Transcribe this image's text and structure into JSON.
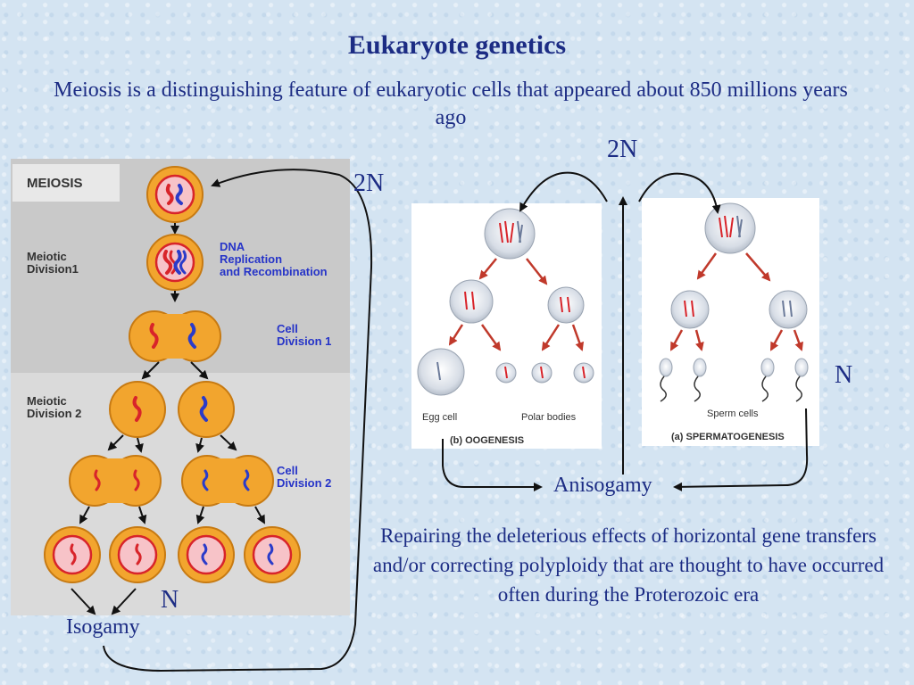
{
  "title": "Eukaryote genetics",
  "subtitle": "Meiosis is a distinguishing feature of eukaryotic cells that appeared about 850 millions years ago",
  "meiosis_panel": {
    "heading": "MEIOSIS",
    "meiotic_division_1": "Meiotic Division1",
    "meiotic_division_1_lines": [
      "Meiotic",
      "Division1"
    ],
    "meiotic_division_2_lines": [
      "Meiotic",
      "Division 2"
    ],
    "dna_replication_lines": [
      "DNA",
      "Replication",
      "and Recombination"
    ],
    "cell_division_1_lines": [
      "Cell",
      "Division 1"
    ],
    "cell_division_2_lines": [
      "Cell",
      "Division 2"
    ]
  },
  "oogenesis_panel": {
    "egg_cell": "Egg cell",
    "polar_bodies": "Polar bodies",
    "caption": "(b) OOGENESIS"
  },
  "spermatogenesis_panel": {
    "sperm_cells": "Sperm cells",
    "caption": "(a) SPERMATOGENESIS"
  },
  "labels": {
    "ploidy_2n_left": "2N",
    "ploidy_2n_top": "2N",
    "ploidy_n_right": "N",
    "ploidy_n_bottom": "N",
    "isogamy": "Isogamy",
    "anisogamy": "Anisogamy"
  },
  "repairing_text": "Repairing the deleterious effects of horizontal gene transfers and/or correcting polyploidy that are thought to have occurred often during the Proterozoic era",
  "colors": {
    "text_blue": "#1c2c84",
    "label_blue": "#2634c8",
    "cell_orange": "#f2a52e",
    "nucleus_pink": "#f7c3c8",
    "chromosome_red": "#d8242a",
    "chromosome_blue": "#2b3bc9",
    "panel_gray": "#c9c9c9"
  }
}
